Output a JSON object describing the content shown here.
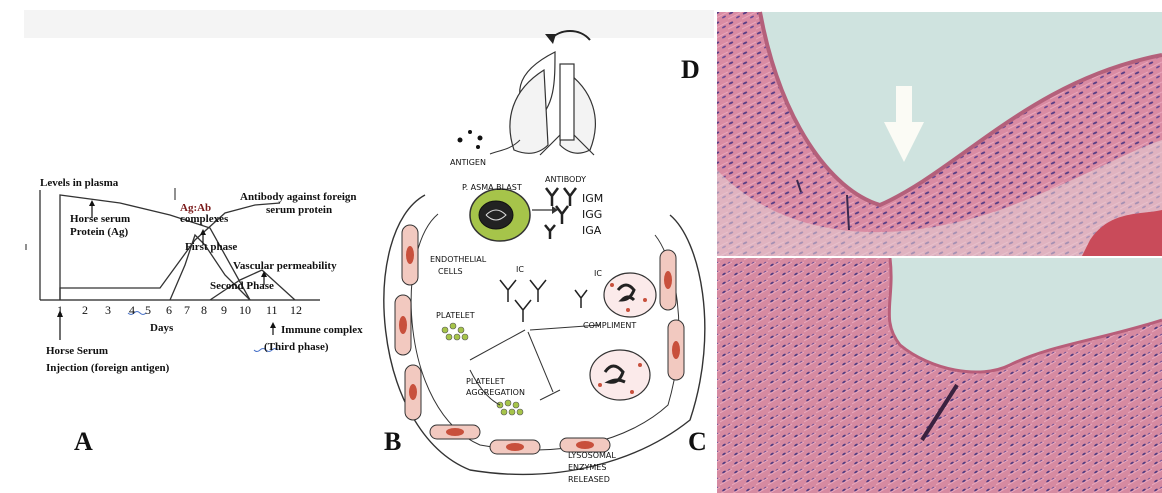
{
  "panels": {
    "a": {
      "letter": "A",
      "y_label": "Levels in plasma",
      "x_label": "Days",
      "x_ticks": [
        "1",
        "2",
        "3",
        "4",
        "5",
        "6",
        "7",
        "8",
        "9",
        "10",
        "11",
        "12"
      ],
      "curve_labels": {
        "horse_serum": "Horse serum",
        "protein_ag": "Protein (Ag)",
        "ag_ab": "Ag:Ab",
        "complexes": "complexes",
        "antibody_1": "Antibody against foreign",
        "antibody_2": "serum protein",
        "first_phase": "First phase",
        "vascular": "Vascular permeability",
        "second_phase": "Second Phase"
      },
      "footer": {
        "immune_complex": "Immune complex",
        "third_phase": "(Third phase)",
        "horse_serum": "Horse Serum",
        "injection": "Injection (foreign antigen)"
      }
    },
    "b": {
      "letter": "B",
      "labels": {
        "antigen": "ANTIGEN",
        "antibody": "ANTIBODY",
        "plasma_blast": "P. ASMA BLAST",
        "igm": "IGM",
        "igg": "IGG",
        "iga": "IGA",
        "endothelial_1": "ENDOTHELIAL",
        "endothelial_2": "CELLS",
        "ic_center": "IC",
        "ic_right": "IC",
        "platelet": "PLATELET",
        "compliment": "COMPLIMENT",
        "platelet_agg_1": "PLATELET",
        "platelet_agg_2": "AGGREGATION",
        "lysosomal_1": "LYSOSOMAL",
        "lysosomal_2": "ENZYMES",
        "lysosomal_3": "RELEASED"
      }
    },
    "c": {
      "letter": "C"
    },
    "d": {
      "letter": "D"
    }
  },
  "colors": {
    "tissue_pink": "#d9869f",
    "lumen": "#cfe3df",
    "rbc_red": "#c8503c",
    "plasma_green": "#a6c44a"
  }
}
